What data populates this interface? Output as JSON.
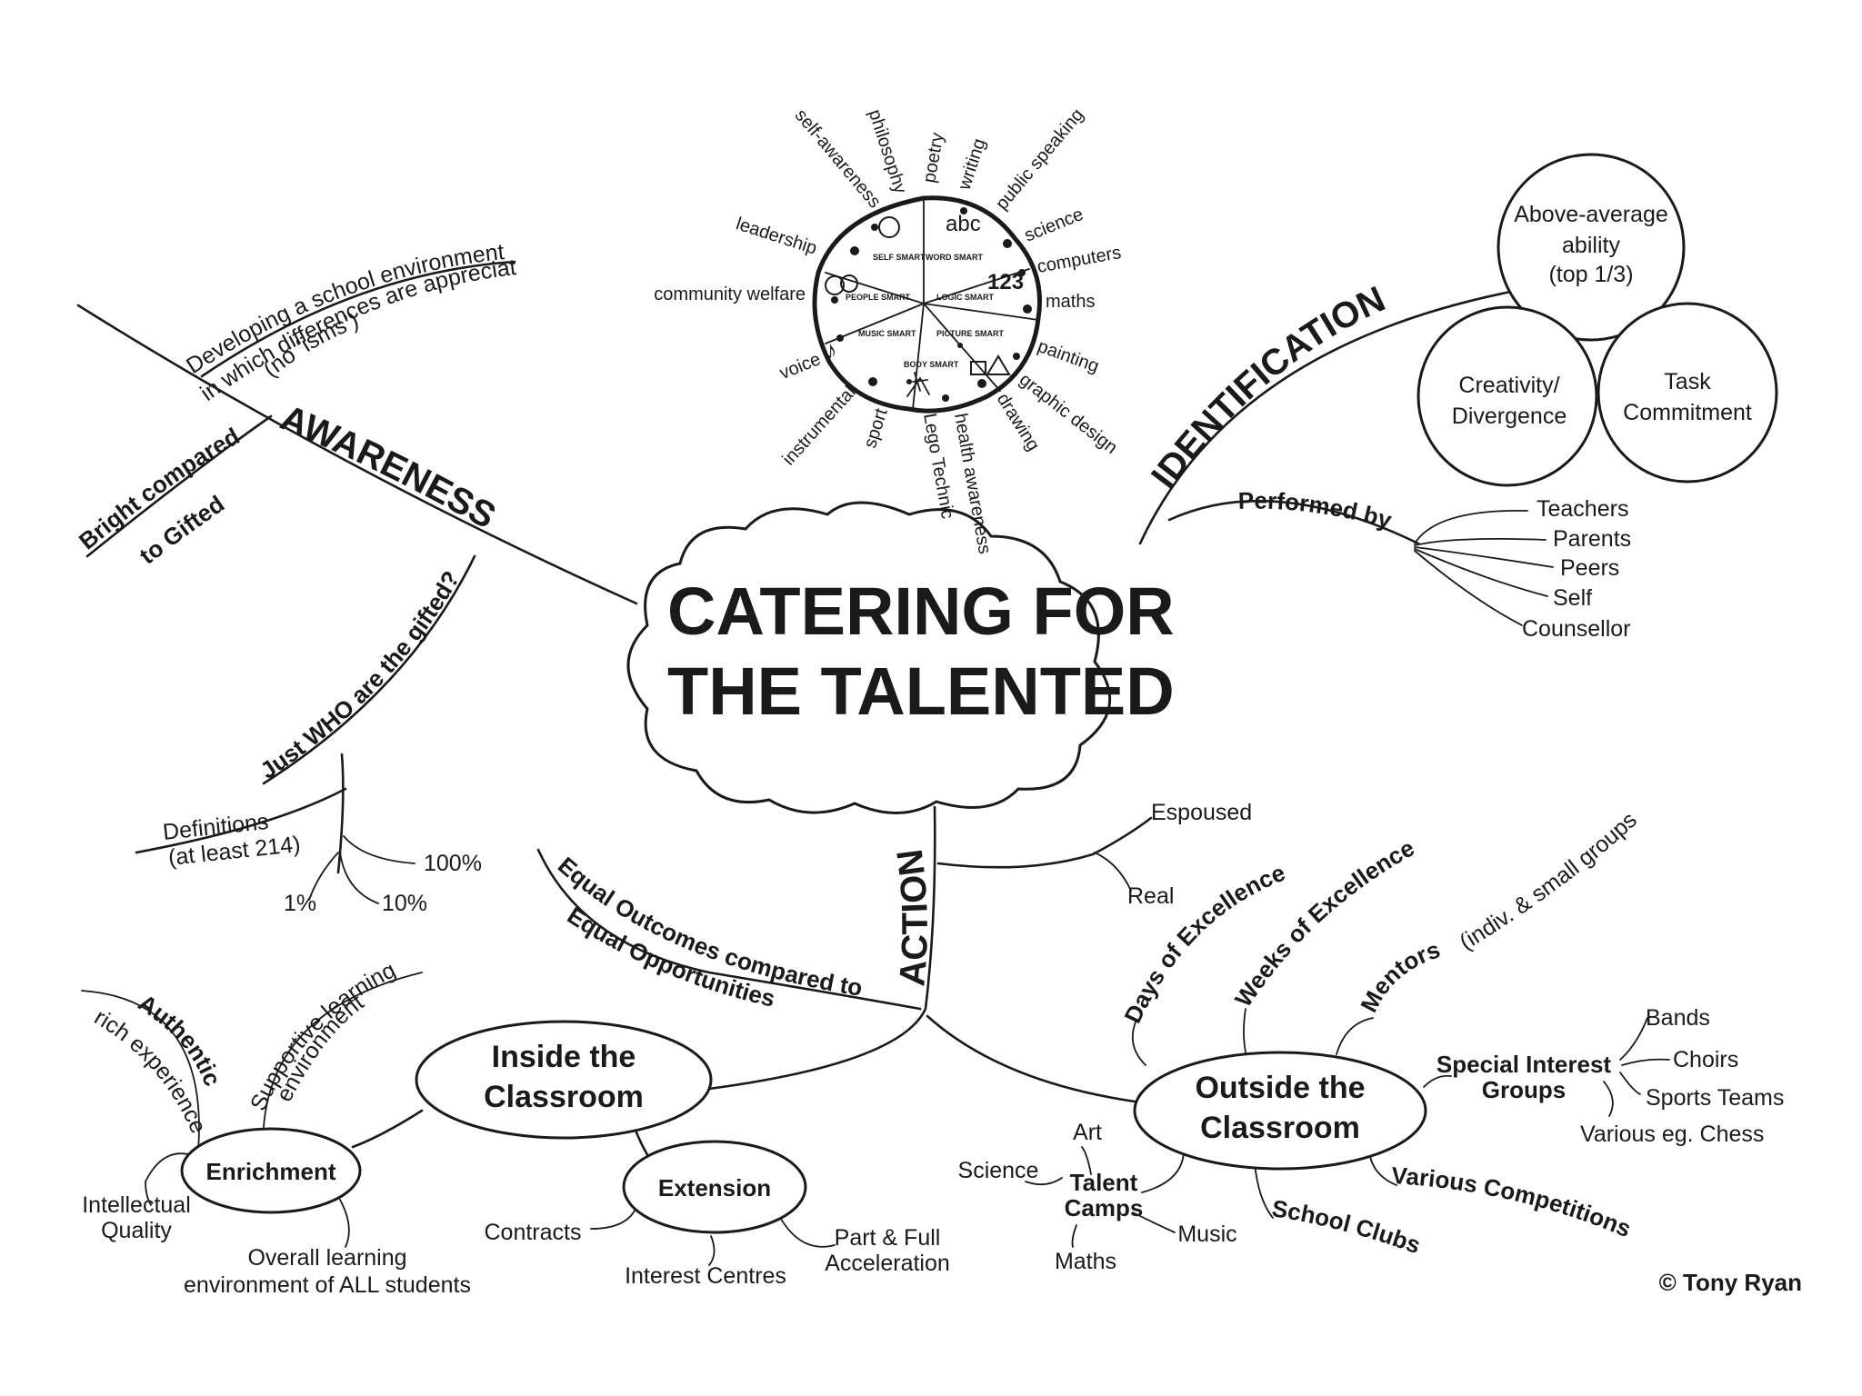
{
  "title": {
    "line1": "CATERING FOR",
    "line2": "THE TALENTED"
  },
  "branches": {
    "awareness": "AWARENESS",
    "identification": "IDENTIFICATION",
    "action": "ACTION"
  },
  "awareness": {
    "environment": {
      "line1": "Developing a school environment",
      "line2": "in which differences are appreciated",
      "line3": "(no ‘isms’)"
    },
    "bright": {
      "line1": "Bright compared",
      "line2": "to Gifted"
    },
    "who": "Just WHO are the gifted?",
    "definitions": {
      "line1": "Definitions",
      "line2": "(at least 214)"
    },
    "percents": [
      "100%",
      "1%",
      "10%"
    ]
  },
  "intelligences": {
    "segments": [
      "SELF SMART",
      "WORD SMART",
      "PEOPLE SMART",
      "LOGIC SMART",
      "MUSIC SMART",
      "PICTURE SMART",
      "BODY SMART"
    ],
    "glyphs": {
      "word": "abc",
      "logic": "123",
      "music": "♪"
    },
    "labels": [
      "self-awareness",
      "philosophy",
      "poetry",
      "writing",
      "public speaking",
      "science",
      "computers",
      "maths",
      "painting",
      "graphic design",
      "drawing",
      "health awareness",
      "Lego Technic",
      "sport",
      "instrumental",
      "voice",
      "community welfare",
      "leadership"
    ]
  },
  "identification": {
    "circles": {
      "ability": {
        "line1": "Above-average",
        "line2": "ability",
        "line3": "(top 1/3)"
      },
      "creativity": {
        "line1": "Creativity/",
        "line2": "Divergence"
      },
      "task": {
        "line1": "Task",
        "line2": "Commitment"
      }
    },
    "performed_by": "Performed by",
    "people": [
      "Teachers",
      "Parents",
      "Peers",
      "Self",
      "Counsellor"
    ]
  },
  "action": {
    "espoused": "Espoused",
    "real": "Real",
    "equal": {
      "line1": "Equal Outcomes compared to",
      "line2": "Equal Opportunities"
    },
    "inside": {
      "line1": "Inside the",
      "line2": "Classroom"
    },
    "outside": {
      "line1": "Outside the",
      "line2": "Classroom"
    },
    "enrichment": "Enrichment",
    "enrichment_items": {
      "authentic": {
        "line1": "Authentic",
        "line2": "rich experiences"
      },
      "supportive": {
        "line1": "Supportive learning",
        "line2": "environment"
      },
      "intellectual": {
        "line1": "Intellectual",
        "line2": "Quality"
      },
      "overall": {
        "line1": "Overall learning",
        "line2": "environment of ALL students"
      }
    },
    "extension": "Extension",
    "extension_items": {
      "contracts": "Contracts",
      "interest": "Interest Centres",
      "accel": {
        "line1": "Part & Full",
        "line2": "Acceleration"
      }
    },
    "outside_items": {
      "days": "Days of Excellence",
      "weeks": "Weeks of Excellence",
      "mentors": "Mentors",
      "mentors_note": "(indiv. & small groups)",
      "special": {
        "line1": "Special Interest",
        "line2": "Groups"
      },
      "special_items": [
        "Bands",
        "Choirs",
        "Sports Teams",
        "Various eg. Chess"
      ],
      "competitions": "Various Competitions",
      "clubs": "School Clubs",
      "camps": {
        "line1": "Talent",
        "line2": "Camps"
      },
      "camp_items": [
        "Art",
        "Science",
        "Music",
        "Maths"
      ]
    }
  },
  "copyright": "© Tony Ryan"
}
